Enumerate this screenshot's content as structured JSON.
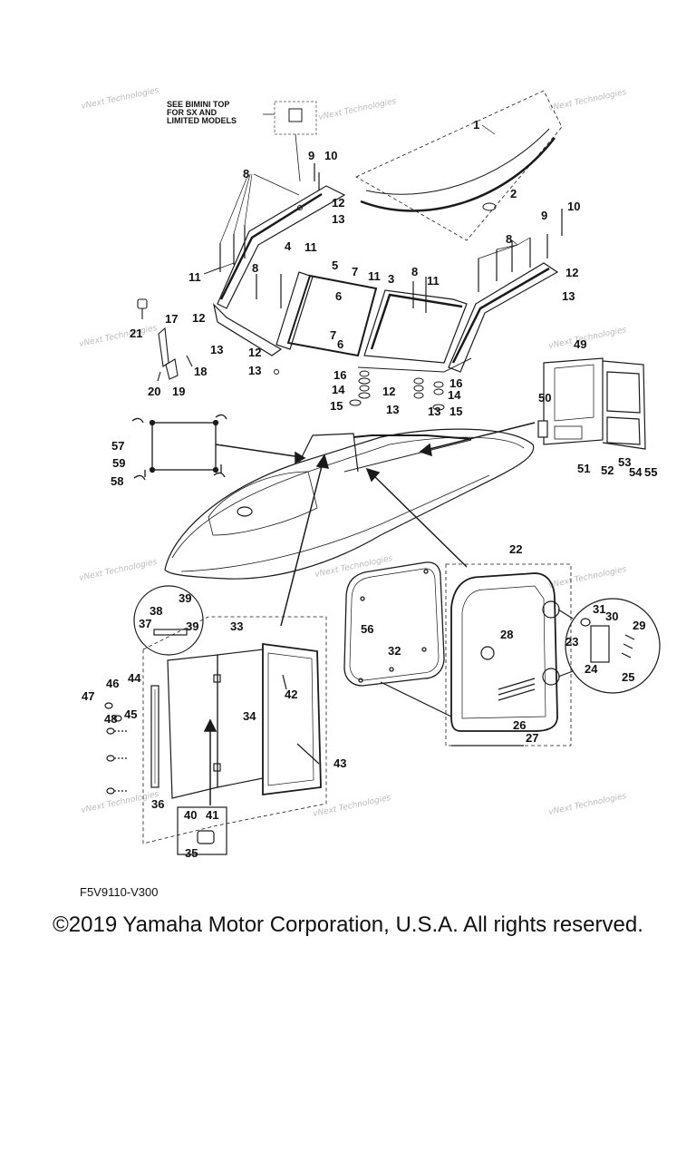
{
  "note_lines": [
    "SEE BIMINI TOP",
    "FOR SX AND",
    "LIMITED MODELS"
  ],
  "watermark": "vNext Technologies",
  "diagram_code": "F5V9110-V300",
  "copyright": "©2019 Yamaha Motor Corporation, U.S.A. All rights reserved.",
  "callouts": [
    "1",
    "2",
    "3",
    "4",
    "5",
    "6",
    "7",
    "8",
    "9",
    "10",
    "11",
    "12",
    "13",
    "14",
    "15",
    "16",
    "17",
    "18",
    "19",
    "20",
    "21",
    "22",
    "23",
    "24",
    "25",
    "26",
    "27",
    "28",
    "29",
    "30",
    "31",
    "32",
    "33",
    "34",
    "35",
    "36",
    "37",
    "38",
    "39",
    "40",
    "41",
    "42",
    "43",
    "44",
    "45",
    "46",
    "47",
    "48",
    "49",
    "50",
    "51",
    "52",
    "53",
    "54",
    "55",
    "56",
    "57",
    "58",
    "59"
  ],
  "colors": {
    "line": "#1a1a1a",
    "watermark": "#bbbbbb"
  }
}
